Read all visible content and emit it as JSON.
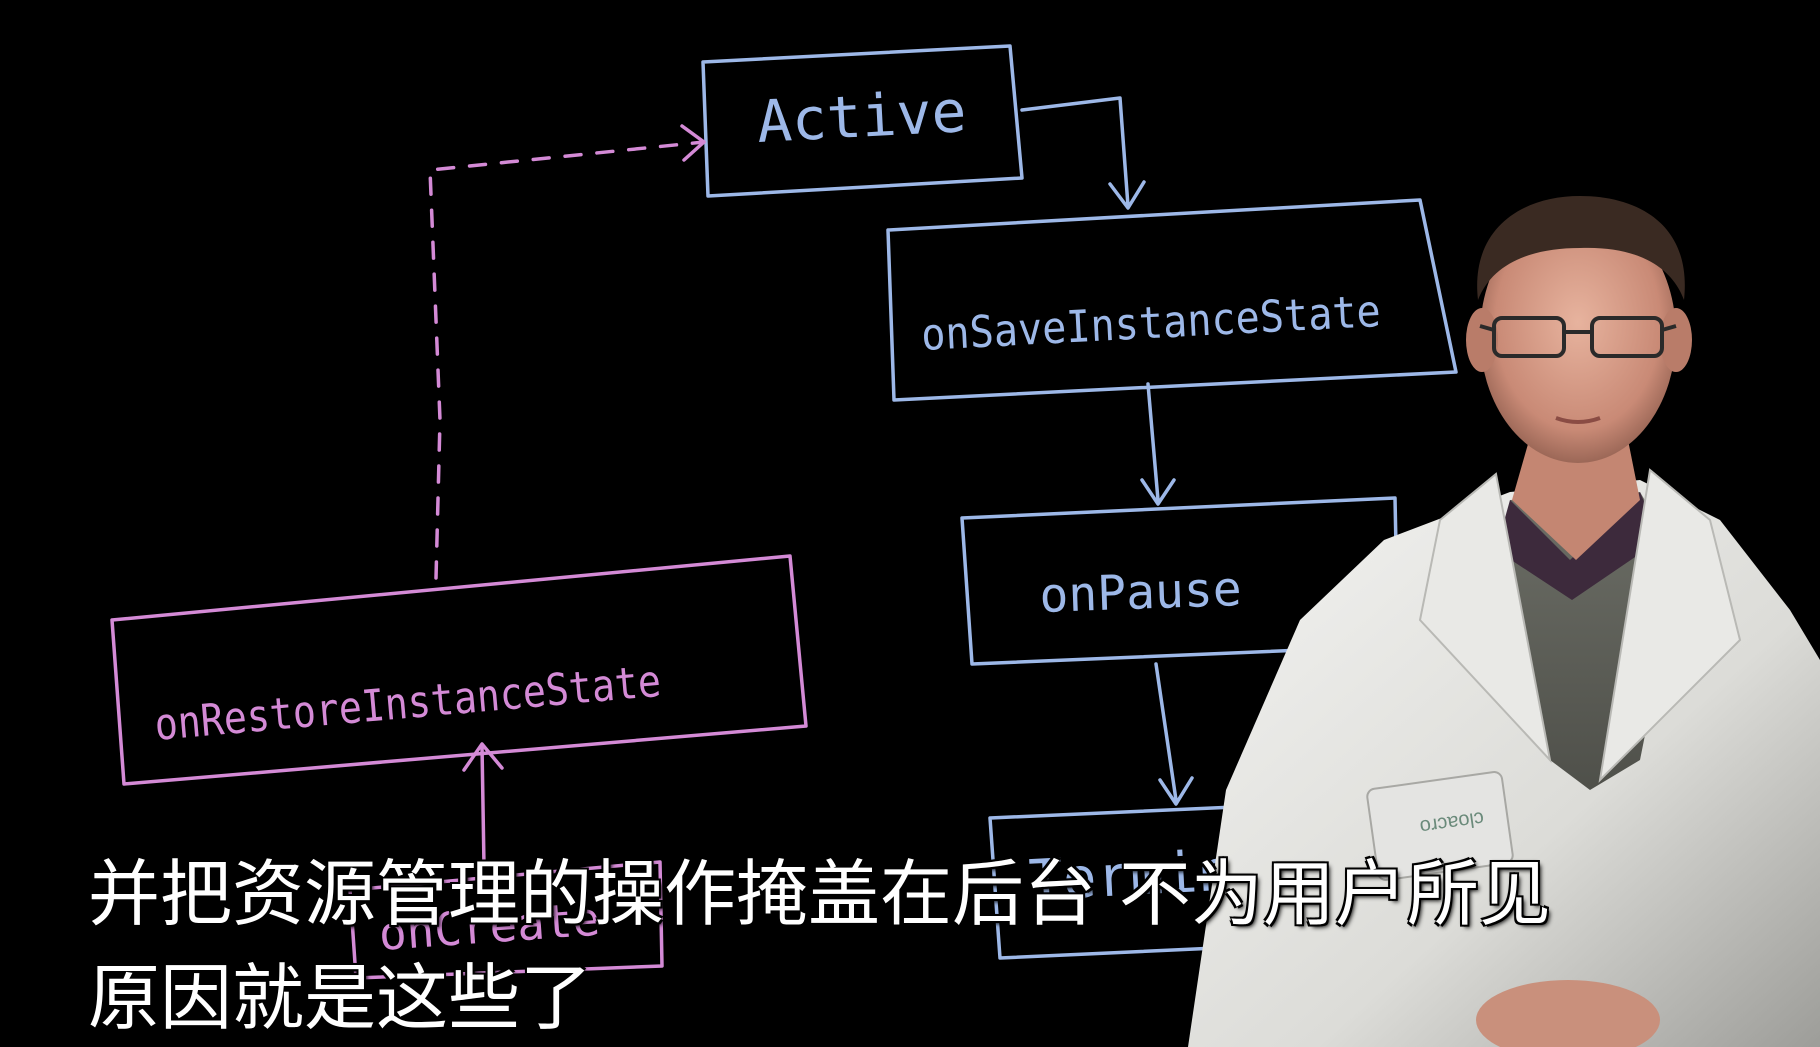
{
  "diagram": {
    "nodes": {
      "active": "Active",
      "on_save_instance_state": "onSaveInstanceState",
      "on_pause": "onPause",
      "terminate_partial": "Terminat",
      "on_restore_instance_state": "onRestoreInstanceState",
      "on_create": "onCreate"
    },
    "colors": {
      "blue": "#9db8e8",
      "pink": "#d48ad6",
      "background": "#000000"
    }
  },
  "badge": {
    "text": "cloacro"
  },
  "subtitles": {
    "line1": "并把资源管理的操作掩盖在后台  不为用户所见",
    "line2": "原因就是这些了"
  }
}
